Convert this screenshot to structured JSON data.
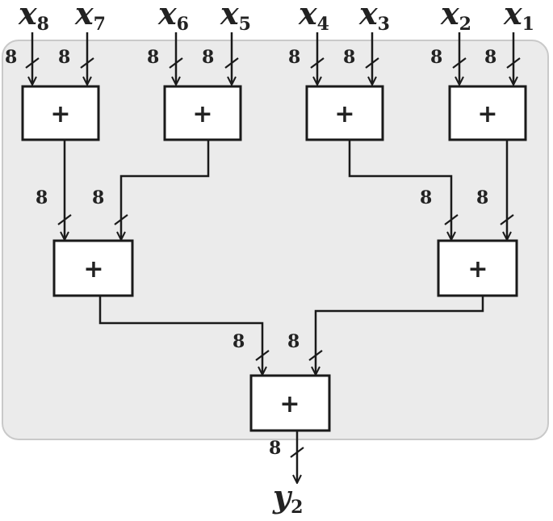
{
  "diagram": {
    "inputs": [
      {
        "var": "x",
        "sub": "8"
      },
      {
        "var": "x",
        "sub": "7"
      },
      {
        "var": "x",
        "sub": "6"
      },
      {
        "var": "x",
        "sub": "5"
      },
      {
        "var": "x",
        "sub": "4"
      },
      {
        "var": "x",
        "sub": "3"
      },
      {
        "var": "x",
        "sub": "2"
      },
      {
        "var": "x",
        "sub": "1"
      }
    ],
    "output": {
      "var": "y",
      "sub": "2"
    },
    "bit_width": "8",
    "adder_symbol": "+",
    "colors": {
      "panel_fill": "#ebebeb",
      "panel_stroke": "#c9c9c9",
      "line": "#1a1a1a",
      "box_fill": "#ffffff"
    }
  }
}
